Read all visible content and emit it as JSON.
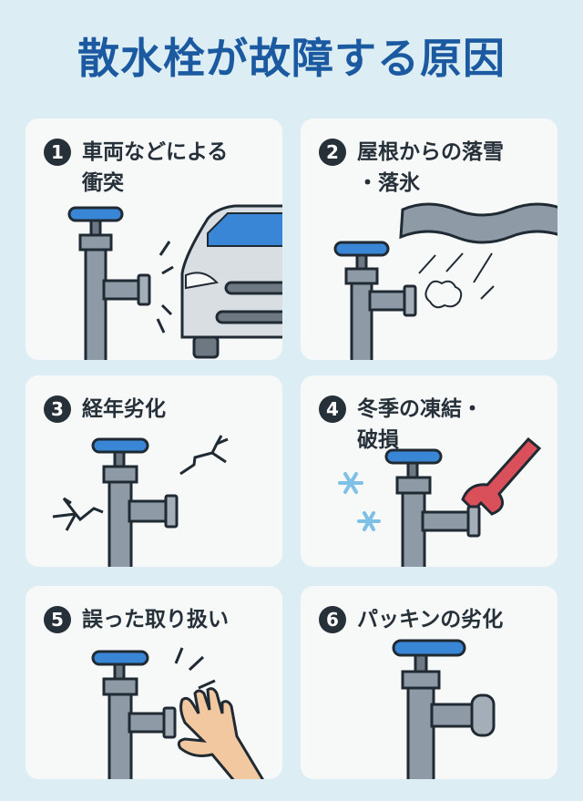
{
  "title": "散水栓が故障する原因",
  "colors": {
    "background": "#dcedf3",
    "title": "#1b5aa0",
    "card": "#f7f8f8",
    "text": "#263039",
    "handle": "#3a86d6",
    "pipe": "#8e9aa6",
    "wrench": "#d9505a",
    "snowflake": "#7fc0e6",
    "hand": "#f2c8a0"
  },
  "causes": [
    {
      "number": "1",
      "label_lines": [
        "車両などによる",
        "衝突"
      ],
      "icon": "car-collision-icon"
    },
    {
      "number": "2",
      "label_lines": [
        "屋根からの落雪",
        "・落氷"
      ],
      "icon": "falling-snow-icon"
    },
    {
      "number": "3",
      "label_lines": [
        "経年劣化"
      ],
      "icon": "crack-icon"
    },
    {
      "number": "4",
      "label_lines": [
        "冬季の凍結・",
        "破損"
      ],
      "icon": "freeze-wrench-icon"
    },
    {
      "number": "5",
      "label_lines": [
        "誤った取り扱い"
      ],
      "icon": "hand-icon"
    },
    {
      "number": "6",
      "label_lines": [
        "パッキンの劣化"
      ],
      "icon": "packing-icon"
    }
  ]
}
